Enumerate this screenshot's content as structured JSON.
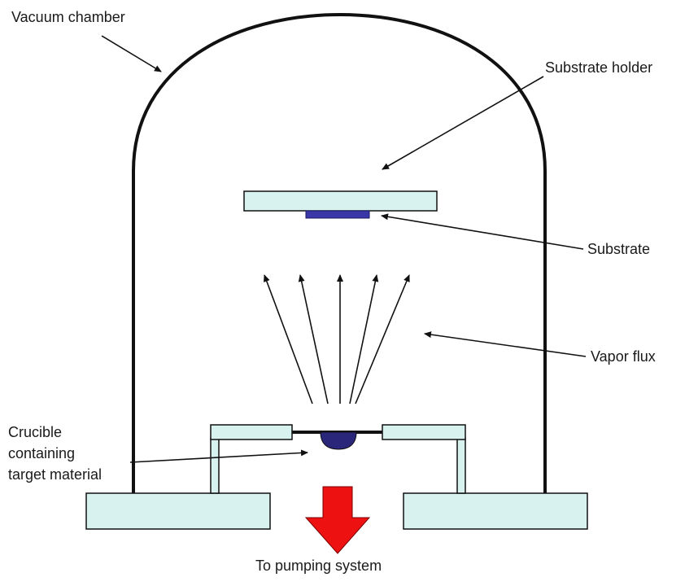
{
  "labels": {
    "vacuum_chamber": "Vacuum chamber",
    "substrate_holder": "Substrate holder",
    "substrate": "Substrate",
    "vapor_flux": "Vapor flux",
    "crucible": [
      "Crucible",
      "containing",
      "target material"
    ],
    "pumping": "To pumping system"
  },
  "colors": {
    "outline": "#111111",
    "fixture_fill": "#d8f2f0",
    "substrate_fill": "#3a37a8",
    "target_fill": "#2a267a",
    "pump_arrow": "#ee1111"
  }
}
